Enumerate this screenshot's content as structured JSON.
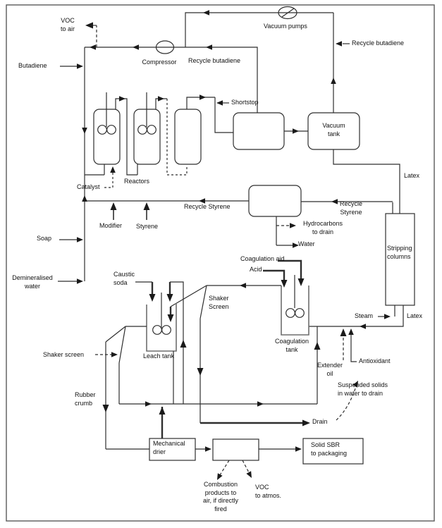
{
  "diagram_title": "Styrene-butadiene rubber (SBR) process flow diagram",
  "labels": {
    "voc_air": "VOC\nto air",
    "butadiene": "Butadiene",
    "compressor": "Compressor",
    "recycle_butadiene_top": "Recycle butadiene",
    "vacuum_pumps": "Vacuum pumps",
    "recycle_butadiene_right": "Recycle butadiene",
    "shortstop": "Shortstop",
    "vacuum_tank": "Vacuum\ntank",
    "latex_top": "Latex",
    "catalyst": "Catalyst",
    "reactors": "Reactors",
    "recycle_styrene_mid": "Recycle Styrene",
    "recycle_styrene_right": "Recycle\nStyrene",
    "hydrocarbons": "Hydrocarbons\nto drain",
    "water": "Water",
    "modifier": "Modifier",
    "styrene": "Styrene",
    "soap": "Soap",
    "stripping_columns": "Stripping\ncolumns",
    "demineralised_water": "Demineralised\nwater",
    "caustic_soda": "Caustic\nsoda",
    "coagulation_aid": "Coagulation aid",
    "acid": "Acid",
    "shaker_screen_right": "Shaker\nScreen",
    "steam": "Steam",
    "latex_bottom": "Latex",
    "coagulation_tank": "Coagulation\ntank",
    "leach_tank": "Leach tank",
    "antioxidant": "Antioxidant",
    "extender_oil": "Extender\noil",
    "shaker_screen_left": "Shaker screen",
    "rubber_crumb": "Rubber\ncrumb",
    "suspended_solids": "Suspended solids\nin water to drain",
    "drain": "Drain",
    "mechanical_drier": "Mechanical\ndrier",
    "solid_sbr": "Solid SBR\nto packaging",
    "combustion": "Combustion\nproducts to\nair, if directly\nfired",
    "voc_atmos": "VOC\nto atmos."
  },
  "colors": {
    "line": "#2e2e2e",
    "tank": "#6e6e6e",
    "background": "#ffffff"
  }
}
